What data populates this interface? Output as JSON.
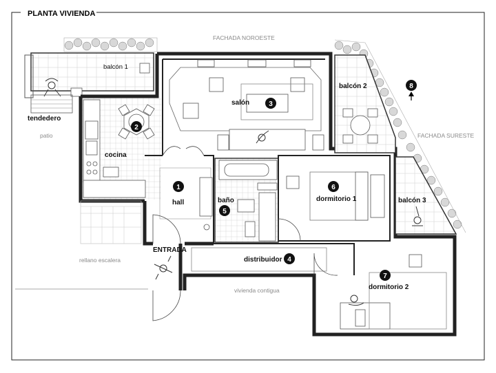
{
  "title": "PLANTA VIVIENDA",
  "facades": {
    "northwest": "FACHADA NOROESTE",
    "southeast": "FACHADA SURESTE"
  },
  "outside_labels": {
    "patio": "patio",
    "stair_landing": "rellano escalera",
    "adjacent_dwelling": "vivienda contigua",
    "drying_area": "tendedero",
    "entrance": "ENTRADA"
  },
  "rooms": [
    {
      "number": "1",
      "name": "hall"
    },
    {
      "number": "2",
      "name": "cocina"
    },
    {
      "number": "3",
      "name": "salón"
    },
    {
      "number": "4",
      "name": "distribuidor"
    },
    {
      "number": "5",
      "name": "baño"
    },
    {
      "number": "6",
      "name": "dormitorio 1"
    },
    {
      "number": "7",
      "name": "dormitorio 2"
    },
    {
      "number": "8",
      "name": ""
    }
  ],
  "balconies": [
    "balcón 1",
    "balcón 2",
    "balcón 3"
  ],
  "colors": {
    "wall": "#222222",
    "marker": "#111111",
    "muted_text": "#8a8a8a",
    "plant": "#d8d8d8"
  }
}
